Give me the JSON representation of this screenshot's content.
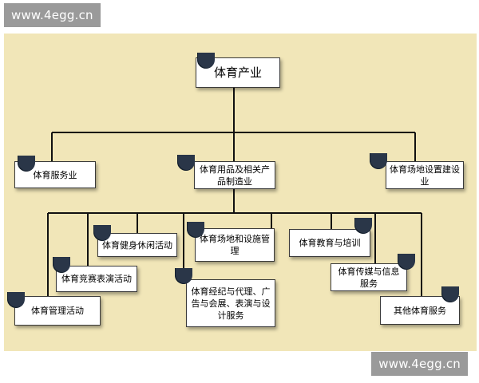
{
  "watermark": {
    "top": "www.4egg.cn",
    "bottom": "www.4egg.cn"
  },
  "colors": {
    "background": "#f1e6b8",
    "tab": "#2a3648",
    "line": "#111111"
  },
  "root": {
    "label": "体育产业"
  },
  "level1": [
    {
      "label": "体育服务业"
    },
    {
      "label": "体育用品及相关产品制造业"
    },
    {
      "label": "体育场地设置建设业"
    }
  ],
  "level2": [
    {
      "label": "体育健身休闲活动"
    },
    {
      "label": "体育场地和设施管理"
    },
    {
      "label": "体育教育与培训"
    },
    {
      "label": "体育竞赛表演活动"
    },
    {
      "label": "体育传媒与信息服务"
    },
    {
      "label": "体育经纪与代理、广告与会展、表演与设计服务"
    },
    {
      "label": "体育管理活动"
    },
    {
      "label": "其他体育服务"
    }
  ]
}
